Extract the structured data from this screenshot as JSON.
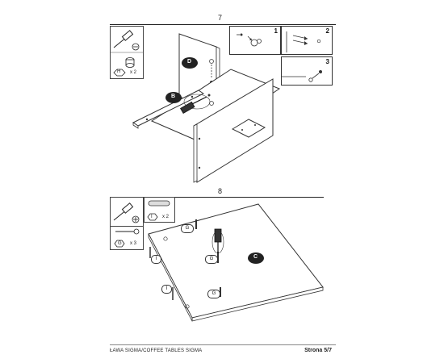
{
  "steps": [
    {
      "number": "7",
      "tools": {
        "fitting_code": "H",
        "count": "x 2"
      },
      "callouts": [
        "1",
        "2",
        "3"
      ],
      "panel_labels": [
        "D",
        "B"
      ]
    },
    {
      "number": "8",
      "tools": {
        "fitting_code_1": "I",
        "count_1": "x 2",
        "fitting_code_2": "G",
        "count_2": "x 3"
      },
      "panel_labels": [
        "C"
      ],
      "part_markers": [
        "G",
        "I",
        "G",
        "I",
        "G"
      ]
    }
  ],
  "footer": {
    "left": "ŁAWA SIGMA/COFFEE TABLES SIGMA",
    "right": "Strona 5/7"
  }
}
